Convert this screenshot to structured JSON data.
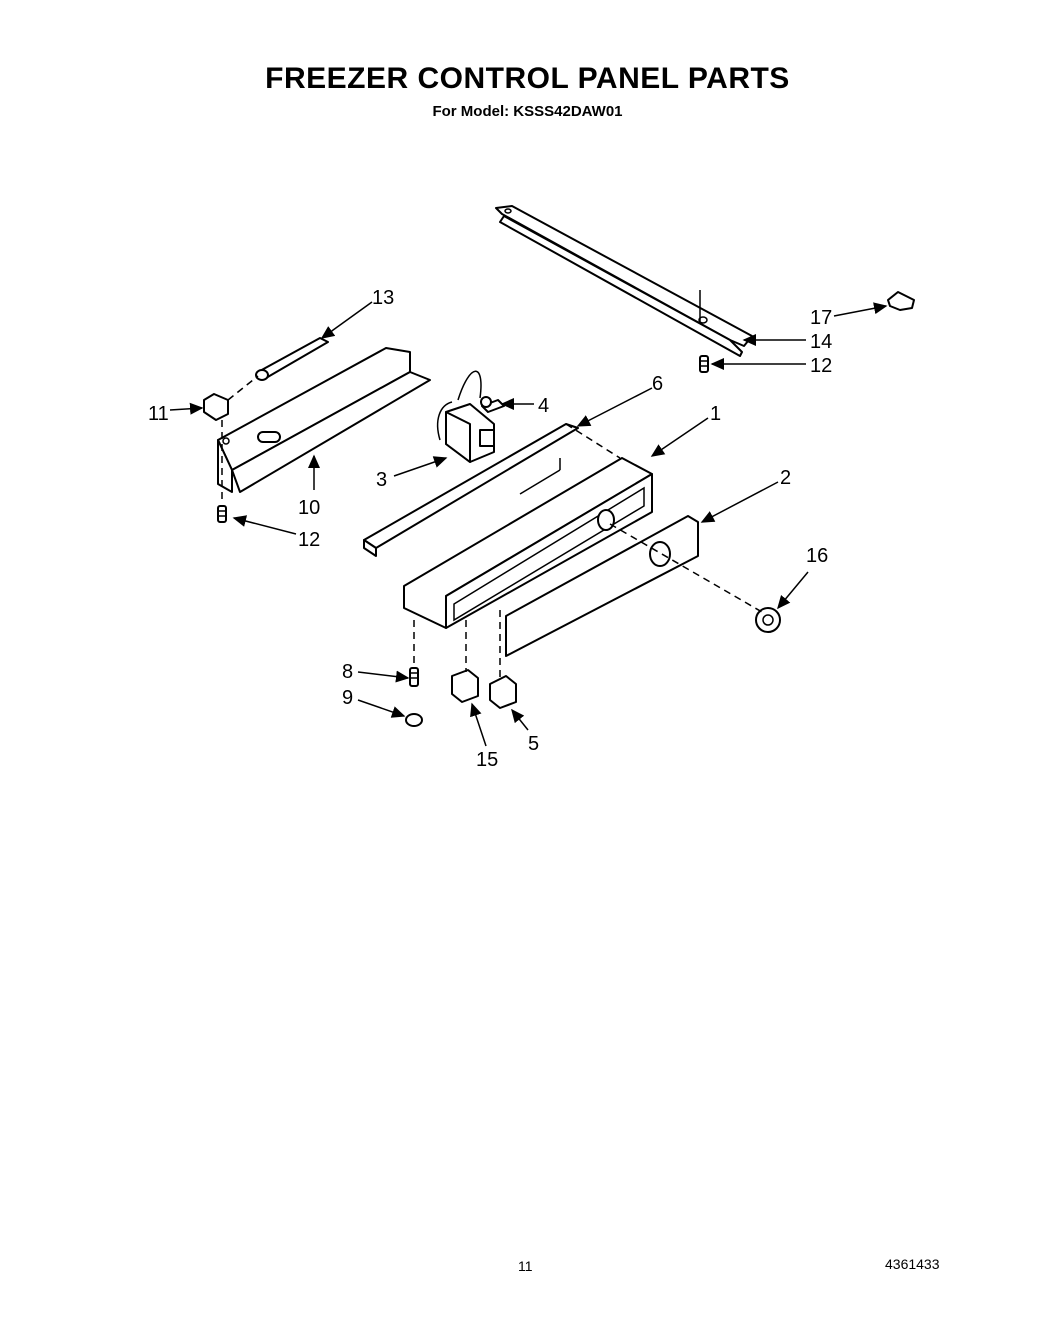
{
  "header": {
    "title": "FREEZER CONTROL PANEL PARTS",
    "subtitle": "For Model: KSSS42DAW01"
  },
  "callouts": [
    {
      "id": "1",
      "label": "1"
    },
    {
      "id": "2",
      "label": "2"
    },
    {
      "id": "3",
      "label": "3"
    },
    {
      "id": "4",
      "label": "4"
    },
    {
      "id": "5",
      "label": "5"
    },
    {
      "id": "6",
      "label": "6"
    },
    {
      "id": "8",
      "label": "8"
    },
    {
      "id": "9",
      "label": "9"
    },
    {
      "id": "10",
      "label": "10"
    },
    {
      "id": "11",
      "label": "11"
    },
    {
      "id": "12a",
      "label": "12"
    },
    {
      "id": "12b",
      "label": "12"
    },
    {
      "id": "13",
      "label": "13"
    },
    {
      "id": "14",
      "label": "14"
    },
    {
      "id": "15",
      "label": "15"
    },
    {
      "id": "16",
      "label": "16"
    },
    {
      "id": "17",
      "label": "17"
    }
  ],
  "footer": {
    "page_number": "11",
    "document_number": "4361433"
  }
}
